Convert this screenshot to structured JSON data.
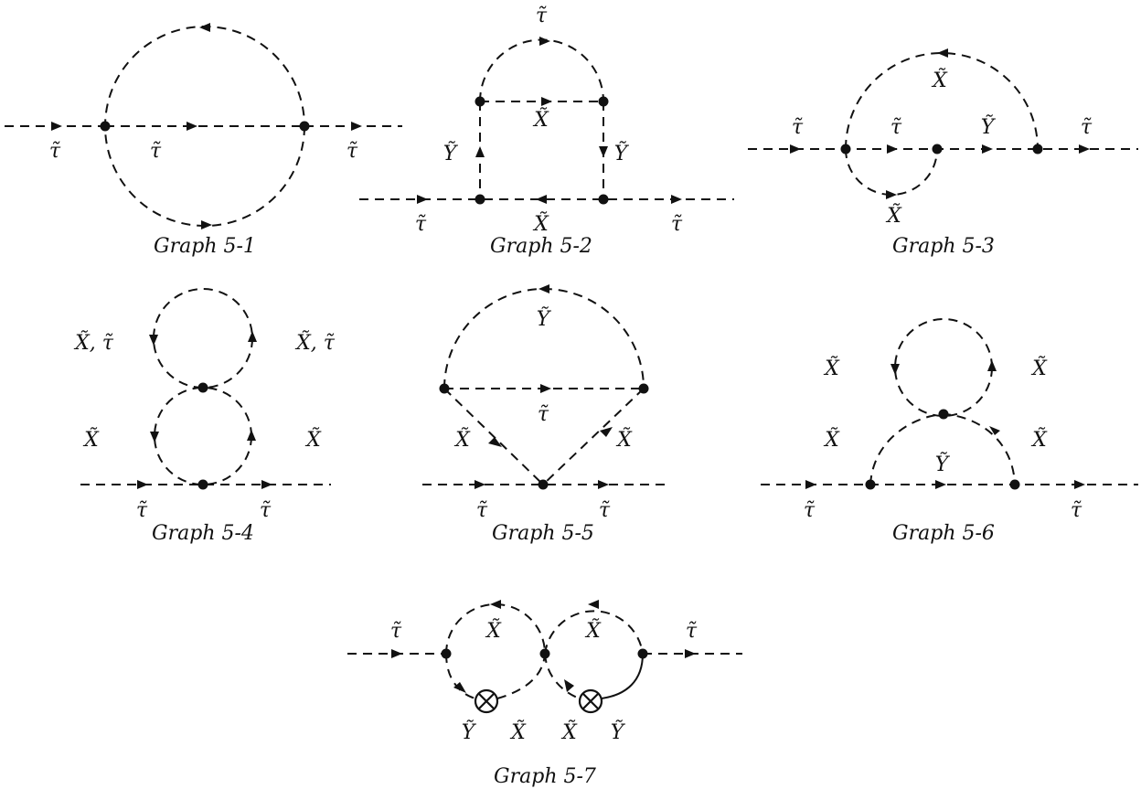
{
  "graphs": [
    {
      "caption": "Graph 5-1",
      "labels": [
        "τ̃",
        "τ̃",
        "τ̃"
      ]
    },
    {
      "caption": "Graph 5-2",
      "labels": [
        "τ̃",
        "X̃",
        "Ỹ",
        "Ỹ",
        "τ̃",
        "X̃",
        "τ̃"
      ]
    },
    {
      "caption": "Graph 5-3",
      "labels": [
        "X̃",
        "τ̃",
        "τ̃",
        "Ỹ",
        "τ̃",
        "X̃"
      ]
    },
    {
      "caption": "Graph 5-4",
      "labels": [
        "X̃, τ̃",
        "X̃, τ̃",
        "X̃",
        "X̃",
        "τ̃",
        "τ̃"
      ]
    },
    {
      "caption": "Graph 5-5",
      "labels": [
        "Ỹ",
        "τ̃",
        "X̃",
        "X̃",
        "τ̃",
        "τ̃"
      ]
    },
    {
      "caption": "Graph 5-6",
      "labels": [
        "X̃",
        "X̃",
        "X̃",
        "X̃",
        "Ỹ",
        "τ̃",
        "τ̃"
      ]
    },
    {
      "caption": "Graph 5-7",
      "labels": [
        "τ̃",
        "X̃",
        "X̃",
        "τ̃",
        "Ỹ",
        "X̃",
        "X̃",
        "Ỹ"
      ]
    }
  ]
}
